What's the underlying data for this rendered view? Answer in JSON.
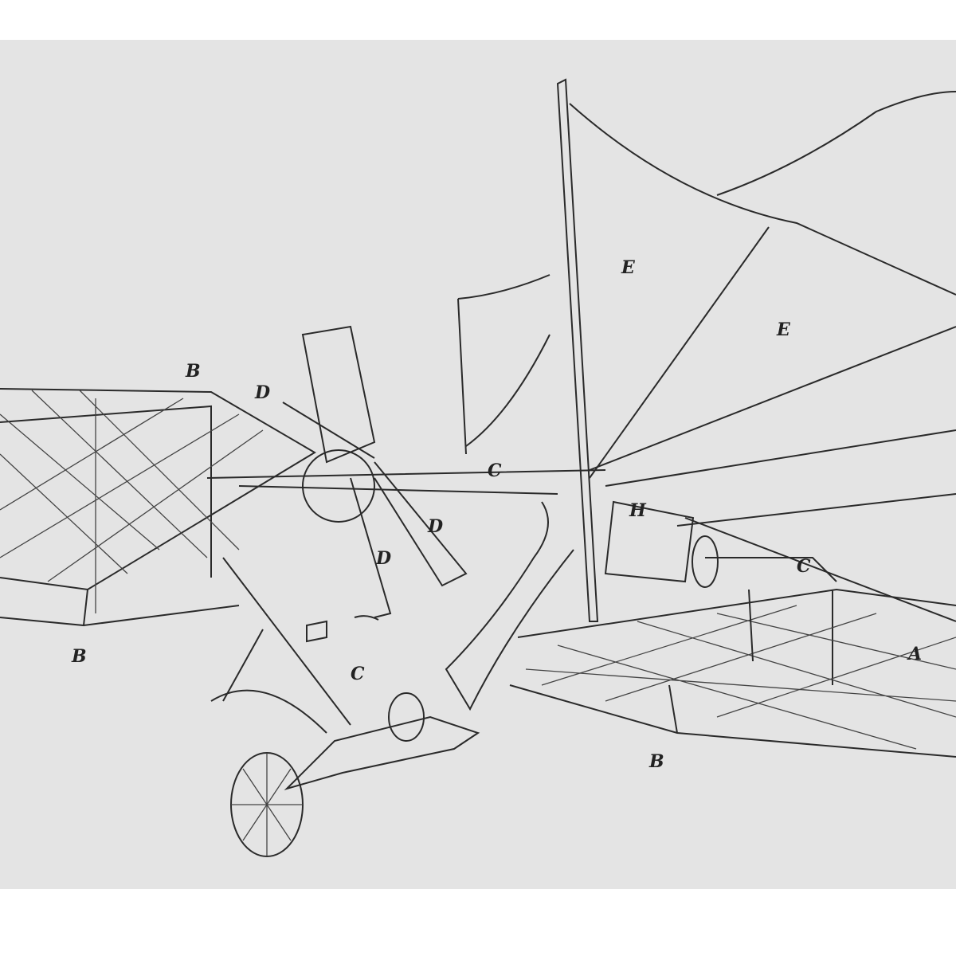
{
  "drawing": {
    "labels": {
      "b_top": "B",
      "d_top": "D",
      "e_upper": "E",
      "e_lower": "E",
      "c_mid": "C",
      "h": "H",
      "d_prop_right": "D",
      "d_prop_low": "D",
      "c_right": "C",
      "a": "A",
      "b_left": "B",
      "c_low": "C",
      "b_bottom": "B"
    }
  }
}
